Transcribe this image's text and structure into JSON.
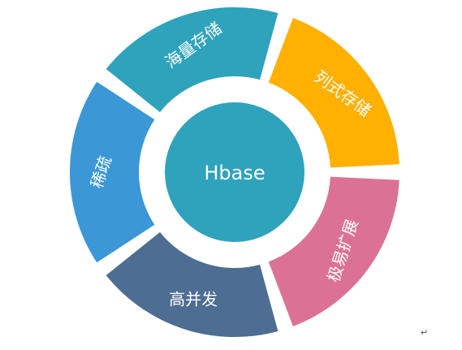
{
  "diagram": {
    "center": {
      "label": "Hbase",
      "color": "#2ea3bb",
      "ring_color": "#ffffff"
    },
    "segments": [
      {
        "id": "massive-storage",
        "label": "海量存储",
        "color": "#2ea3bb"
      },
      {
        "id": "columnar-storage",
        "label": "列式存储",
        "color": "#ffb000"
      },
      {
        "id": "easy-scaling",
        "label": "极易扩展",
        "color": "#db7295"
      },
      {
        "id": "high-concurrency",
        "label": "高并发",
        "color": "#4d6d92"
      },
      {
        "id": "sparse",
        "label": "稀疏",
        "color": "#3b97d5"
      }
    ]
  },
  "paragraph_mark": "↵"
}
